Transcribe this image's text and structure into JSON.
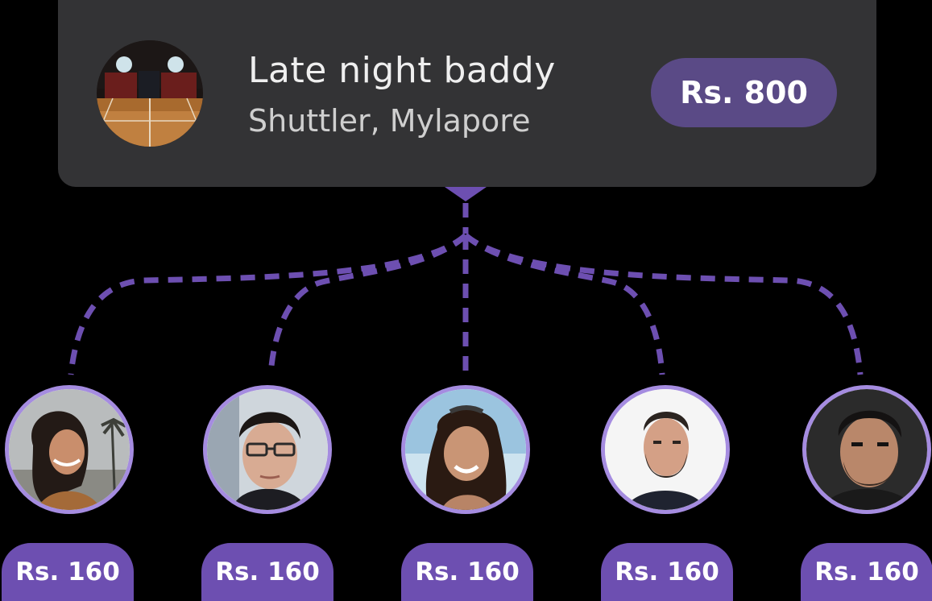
{
  "event": {
    "title": "Late night baddy",
    "subtitle": "Shuttler, Mylapore",
    "total_price": "Rs. 800",
    "venue_image": "badminton-court-photo"
  },
  "participants": [
    {
      "share": "Rs. 160",
      "avatar": "woman-smiling-palm-trees-photo"
    },
    {
      "share": "Rs. 160",
      "avatar": "man-with-glasses-photo"
    },
    {
      "share": "Rs. 160",
      "avatar": "woman-smiling-sunglasses-on-head-photo"
    },
    {
      "share": "Rs. 160",
      "avatar": "bearded-man-photo"
    },
    {
      "share": "Rs. 160",
      "avatar": "man-dark-background-photo"
    }
  ],
  "colors": {
    "background": "#000000",
    "card": "#333335",
    "total_pill": "#5a4a86",
    "share_pill": "#6d4fb1",
    "connector": "#6d4fb1",
    "avatar_ring": "#a58ce0"
  }
}
